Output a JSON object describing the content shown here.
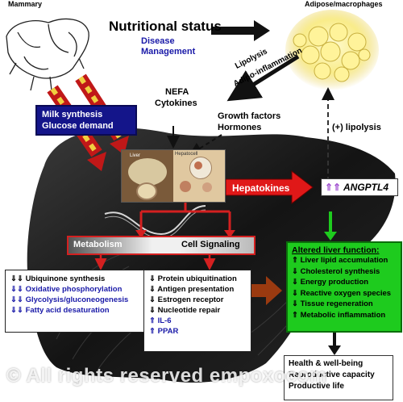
{
  "mammary": {
    "label": "Mammary"
  },
  "adipose": {
    "label": "Adipose/macrophages"
  },
  "nutrition": {
    "title": "Nutritional status",
    "sub1": "Disease",
    "sub2": "Management"
  },
  "lipolysis": {
    "line1": "Lipolysis",
    "line2": "Adipo-inflammation"
  },
  "milk": {
    "line1": "Milk synthesis",
    "line2": "Glucose demand"
  },
  "nefa": {
    "line1": "NEFA",
    "line2": "Cytokines"
  },
  "growth": {
    "line1": "Growth factors",
    "line2": "Hormones"
  },
  "plus_lipolysis": "(+) lipolysis",
  "hepatokines": "Hepatokines",
  "angptl4": {
    "arrows": "⇑⇑",
    "label": "ANGPTL4"
  },
  "cell_labels": {
    "cell_a": "Liver",
    "cell_b": "Hepatocell"
  },
  "banner": {
    "left": "Metabolism",
    "right": "Cell Signaling"
  },
  "metabolism_list": [
    {
      "arrow": "⇓⇓",
      "text": "Ubiquinone synthesis",
      "color": "#000000"
    },
    {
      "arrow": "⇓⇓",
      "text": "Oxidative phosphorylation",
      "color": "#1a1aa8"
    },
    {
      "arrow": "⇓⇓",
      "text": "Glycolysis/gluconeogenesis",
      "color": "#1a1aa8"
    },
    {
      "arrow": "⇓⇓",
      "text": "Fatty acid desaturation",
      "color": "#1a1aa8"
    }
  ],
  "signaling_list": [
    {
      "arrow": "⇓",
      "text": "Protein ubiquitination",
      "color": "#000000"
    },
    {
      "arrow": "⇓",
      "text": "Antigen presentation",
      "color": "#000000"
    },
    {
      "arrow": "⇓",
      "text": "Estrogen receptor",
      "color": "#000000"
    },
    {
      "arrow": "⇓",
      "text": "Nucleotide repair",
      "color": "#000000"
    },
    {
      "arrow": "⇑",
      "text": "IL-6",
      "color": "#1a1aa8"
    },
    {
      "arrow": "⇑",
      "text": "PPAR",
      "color": "#1a1aa8"
    }
  ],
  "altered": {
    "title": "Altered liver function:",
    "items": [
      {
        "arrow": "⇑",
        "text": "Liver lipid accumulation"
      },
      {
        "arrow": "⇓",
        "text": "Cholesterol synthesis"
      },
      {
        "arrow": "⇓",
        "text": "Energy production"
      },
      {
        "arrow": "⇓",
        "text": "Reactive oxygen species"
      },
      {
        "arrow": "⇓",
        "text": "Tissue regeneration"
      },
      {
        "arrow": "⇑",
        "text": "Metabolic inflammation"
      }
    ]
  },
  "health": {
    "line1": "Health & well-being",
    "line2": "Reproductive capacity",
    "line3": "Productive life"
  },
  "watermark": "© All rights reserved empoxocom",
  "colors": {
    "liver": "#1c1c1c",
    "dark_blue": "#14158a",
    "red": "#d42020",
    "green": "#1ecb1e",
    "brown_arrow": "#9a3a10",
    "hepatokine_red": "#e01818",
    "angptl4_purple": "#a050d0",
    "milk_yellow": "#f0d040"
  }
}
